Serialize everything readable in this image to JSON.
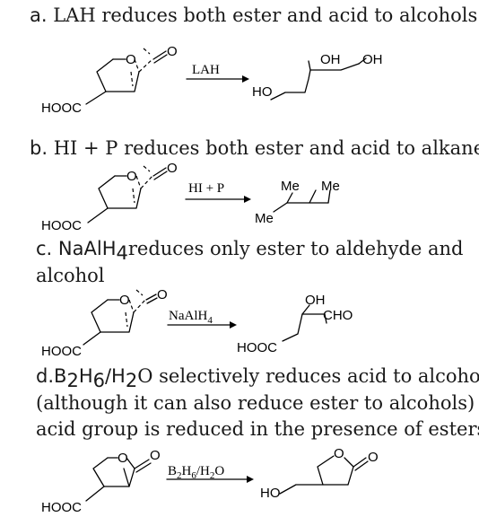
{
  "sections": [
    {
      "prefix": "a.",
      "heading": "LAH reduces both ester and acid to alcohols",
      "reactant_label": "HOOC",
      "reactant_ring_atom": "O",
      "reactant_carbonyl": "O",
      "reagent": "LAH",
      "product_labels": [
        "HO",
        "OH",
        "OH"
      ]
    },
    {
      "prefix": "b.",
      "heading": "HI + P reduces both ester and acid to alkane",
      "reactant_label": "HOOC",
      "reactant_ring_atom": "O",
      "reactant_carbonyl": "O",
      "reagent": "HI + P",
      "product_labels": [
        "Me",
        "Me",
        "Me"
      ]
    },
    {
      "prefix": "c.",
      "heading_main": "NaAlH",
      "heading_sub": "4",
      "heading_rest": "reduces only ester to aldehyde and",
      "heading_line2": "alcohol",
      "reactant_label": "HOOC",
      "reactant_ring_atom": "O",
      "reactant_carbonyl": "O",
      "reagent_main": "NaAlH",
      "reagent_sub": "4",
      "product_labels": [
        "HOOC",
        "OH",
        "CHO"
      ]
    },
    {
      "prefix": "d.",
      "heading_parts": [
        "B",
        "2",
        "H",
        "6",
        "/H",
        "2",
        "O selectively reduces acid to alcohol"
      ],
      "heading_line2": "(although it can also reduce ester to alcohols) but",
      "heading_line3": "acid group is reduced in the presence of esters",
      "reactant_label": "HOOC",
      "reactant_ring_atom": "O",
      "reactant_carbonyl": "O",
      "reagent_parts": [
        "B",
        "2",
        "H",
        "6",
        "/H",
        "2",
        "O"
      ],
      "product_labels": [
        "HO",
        "O",
        "O"
      ]
    }
  ]
}
